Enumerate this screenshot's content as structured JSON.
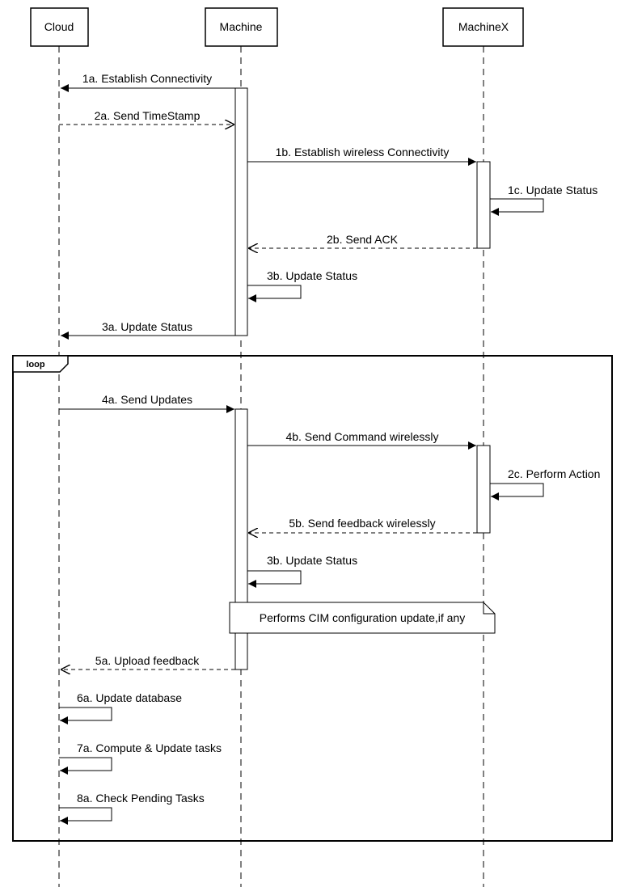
{
  "participants": {
    "cloud": "Cloud",
    "machine": "Machine",
    "machinex": "MachineX"
  },
  "loop_label": "loop",
  "messages": {
    "m1a": "1a. Establish Connectivity",
    "m2a": "2a. Send TimeStamp",
    "m1b": "1b. Establish wireless Connectivity",
    "m1c": "1c. Update Status",
    "m2b": "2b. Send ACK",
    "m3b_first": "3b. Update Status",
    "m3a": "3a. Update Status",
    "m4a": "4a. Send Updates",
    "m4b": "4b. Send Command wirelessly",
    "m2c": "2c. Perform Action",
    "m5b": "5b. Send feedback wirelessly",
    "m3b_second": "3b. Update Status",
    "m5a": "5a. Upload feedback",
    "m6a": "6a. Update database",
    "m7a": "7a. Compute & Update tasks",
    "m8a": "8a. Check Pending Tasks"
  },
  "note": "Performs CIM configuration update,if any"
}
